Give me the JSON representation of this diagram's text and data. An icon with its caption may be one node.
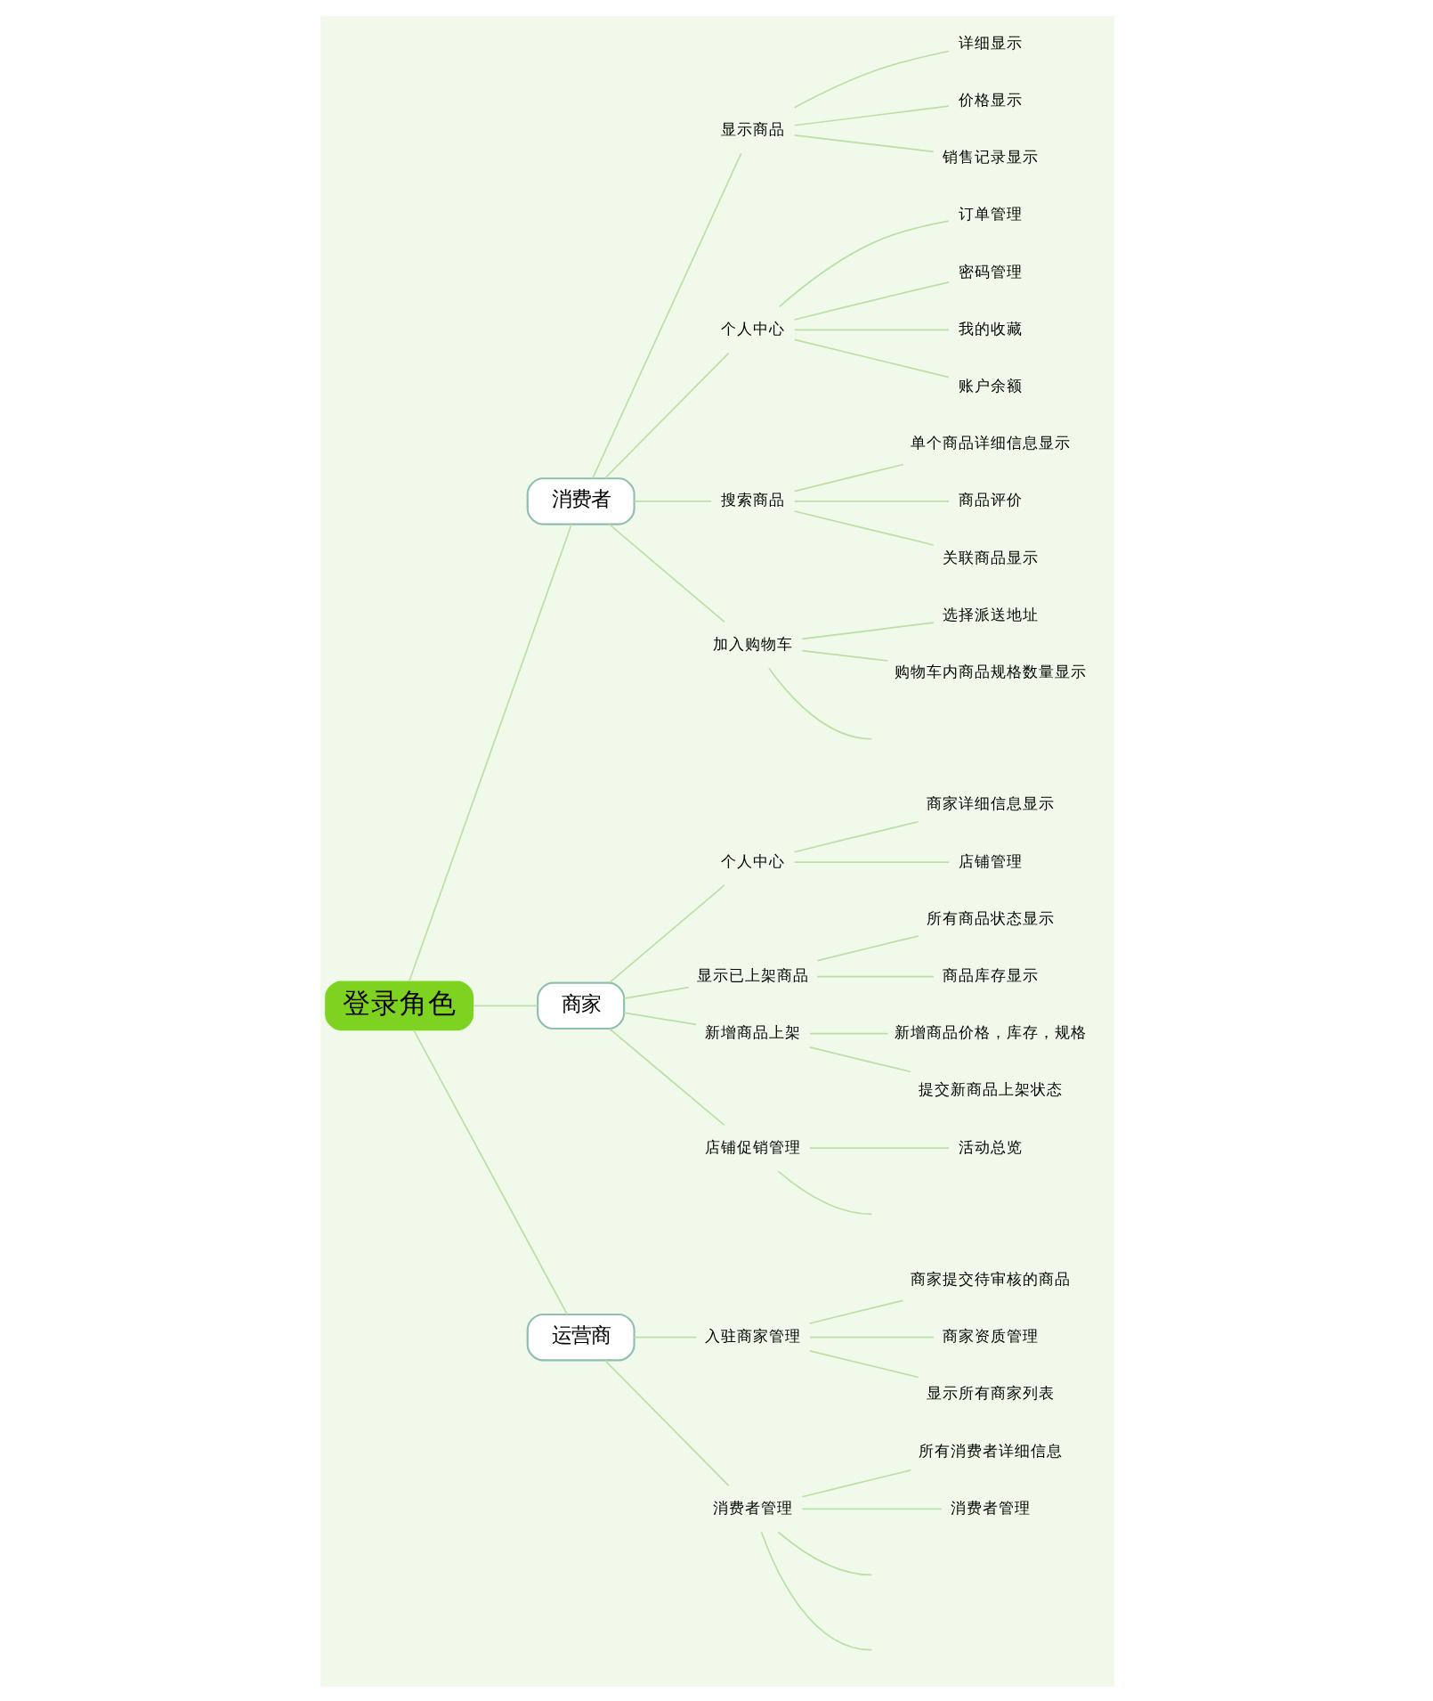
{
  "diagram": {
    "nodes": [
      {
        "text": [
          "登录角色"
        ]
      },
      {
        "text": [
          "消费者"
        ]
      },
      {
        "text": [
          "显示商品"
        ]
      },
      {
        "text": [
          "详细显示"
        ]
      },
      {
        "text": [
          "价格显示"
        ]
      },
      {
        "text": [
          "销售记录显示"
        ]
      },
      {
        "text": [
          "个人中心"
        ]
      },
      {
        "text": [
          "订单管理"
        ]
      },
      {
        "text": [
          "密码管理"
        ]
      },
      {
        "text": [
          "我的收藏"
        ]
      },
      {
        "text": [
          "账户余额"
        ]
      },
      {
        "text": [
          "搜索商品"
        ]
      },
      {
        "text": [
          "单个商品详细信息显示"
        ]
      },
      {
        "text": [
          "商品评价"
        ]
      },
      {
        "text": [
          "关联商品显示"
        ]
      },
      {
        "text": [
          "加入购物车"
        ]
      },
      {
        "text": [
          "选择派送地址"
        ]
      },
      {
        "text": [
          "购物车内商品规格数量显示"
        ]
      },
      {
        "text": [
          "商家"
        ]
      },
      {
        "text": [
          "个人中心"
        ]
      },
      {
        "text": [
          "商家详细信息显示"
        ]
      },
      {
        "text": [
          "店铺管理"
        ]
      },
      {
        "text": [
          "显示已上架商品"
        ]
      },
      {
        "text": [
          "所有商品状态显示"
        ]
      },
      {
        "text": [
          "商品库存显示"
        ]
      },
      {
        "text": [
          "新增商品上架"
        ]
      },
      {
        "text": [
          "新增商品价格，库存，规格"
        ]
      },
      {
        "text": [
          "提交新商品上架状态"
        ]
      },
      {
        "text": [
          "店铺促销管理"
        ]
      },
      {
        "text": [
          "活动总览"
        ]
      },
      {
        "text": [
          "运营商"
        ]
      },
      {
        "text": [
          "入驻商家管理"
        ]
      },
      {
        "text": [
          "商家提交待审核的商品"
        ]
      },
      {
        "text": [
          "商家资质管理"
        ]
      },
      {
        "text": [
          "显示所有商家列表"
        ]
      },
      {
        "text": [
          "消费者管理"
        ]
      },
      {
        "text": [
          "所有消费者详细信息"
        ]
      },
      {
        "text": [
          "消费者管理"
        ]
      }
    ],
    "edges": [
      {
        "from": 0,
        "to": 1,
        "arrow": "none"
      },
      {
        "from": 1,
        "to": 2,
        "arrow": "none"
      },
      {
        "from": 2,
        "to": 3,
        "arrow": "none"
      },
      {
        "from": 2,
        "to": 4,
        "arrow": "none"
      },
      {
        "from": 2,
        "to": 5,
        "arrow": "none"
      },
      {
        "from": 1,
        "to": 6,
        "arrow": "none"
      },
      {
        "from": 6,
        "to": 7,
        "arrow": "none"
      },
      {
        "from": 6,
        "to": 8,
        "arrow": "none"
      },
      {
        "from": 6,
        "to": 9,
        "arrow": "none"
      },
      {
        "from": 6,
        "to": 10,
        "arrow": "none"
      },
      {
        "from": 1,
        "to": 11,
        "arrow": "none"
      },
      {
        "from": 11,
        "to": 12,
        "arrow": "none"
      },
      {
        "from": 11,
        "to": 13,
        "arrow": "none"
      },
      {
        "from": 11,
        "to": 14,
        "arrow": "none"
      },
      {
        "from": 1,
        "to": 15,
        "arrow": "none"
      },
      {
        "from": 15,
        "to": 16,
        "arrow": "none"
      },
      {
        "from": 15,
        "to": 17,
        "arrow": "none"
      },
      {
        "from": 15,
        "to": null,
        "arrow": "none"
      },
      {
        "from": 0,
        "to": 18,
        "arrow": "none"
      },
      {
        "from": 18,
        "to": 19,
        "arrow": "none"
      },
      {
        "from": 19,
        "to": 20,
        "arrow": "none"
      },
      {
        "from": 19,
        "to": 21,
        "arrow": "none"
      },
      {
        "from": 18,
        "to": 22,
        "arrow": "none"
      },
      {
        "from": 22,
        "to": 23,
        "arrow": "none"
      },
      {
        "from": 22,
        "to": 24,
        "arrow": "none"
      },
      {
        "from": 18,
        "to": 25,
        "arrow": "none"
      },
      {
        "from": 25,
        "to": 26,
        "arrow": "none"
      },
      {
        "from": 25,
        "to": 27,
        "arrow": "none"
      },
      {
        "from": 18,
        "to": 28,
        "arrow": "none"
      },
      {
        "from": 28,
        "to": 29,
        "arrow": "none"
      },
      {
        "from": 28,
        "to": null,
        "arrow": "none"
      },
      {
        "from": 0,
        "to": 30,
        "arrow": "none"
      },
      {
        "from": 30,
        "to": 31,
        "arrow": "none"
      },
      {
        "from": 31,
        "to": 32,
        "arrow": "none"
      },
      {
        "from": 31,
        "to": 33,
        "arrow": "none"
      },
      {
        "from": 31,
        "to": 34,
        "arrow": "none"
      },
      {
        "from": 30,
        "to": 35,
        "arrow": "none"
      },
      {
        "from": 35,
        "to": 36,
        "arrow": "none"
      },
      {
        "from": 35,
        "to": 37,
        "arrow": "none"
      },
      {
        "from": 35,
        "to": null,
        "arrow": "none"
      },
      {
        "from": 35,
        "to": null,
        "arrow": "none"
      }
    ]
  }
}
